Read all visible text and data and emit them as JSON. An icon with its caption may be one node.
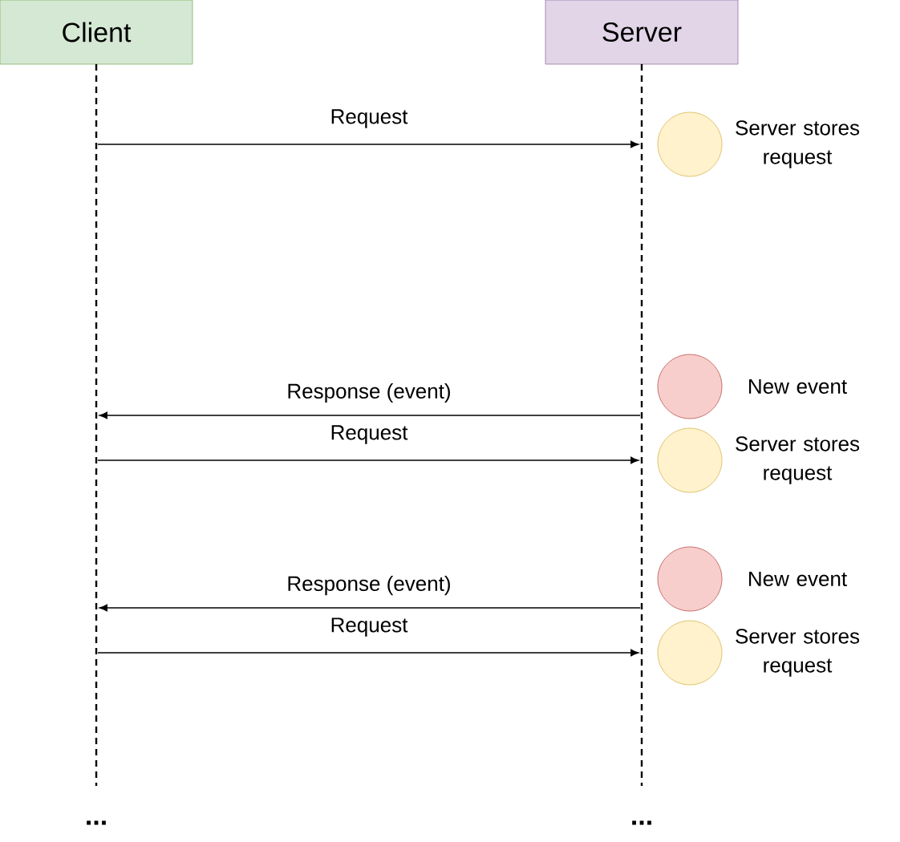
{
  "diagram": {
    "nodes": [
      {
        "text": [
          "Client"
        ]
      },
      {
        "text": [
          "Server"
        ]
      },
      {
        "text": [],
        "shape": "line"
      },
      {
        "text": [],
        "shape": "line"
      },
      {
        "text": [],
        "shape": "circle",
        "beside": [
          "Server stores request"
        ]
      },
      {
        "text": [],
        "shape": "circle",
        "beside": [
          "New event"
        ]
      },
      {
        "text": [],
        "shape": "circle",
        "beside": [
          "Server stores request"
        ]
      },
      {
        "text": [],
        "shape": "circle",
        "beside": [
          "New event"
        ]
      },
      {
        "text": [],
        "shape": "circle",
        "beside": [
          "Server stores request"
        ]
      }
    ],
    "edges": [
      {
        "from": 2,
        "to": 3,
        "arrow": "to",
        "label": "Request"
      },
      {
        "from": 3,
        "to": 2,
        "arrow": "to",
        "label": "Response (event)"
      },
      {
        "from": 2,
        "to": 3,
        "arrow": "to",
        "label": "Request"
      },
      {
        "from": 3,
        "to": 2,
        "arrow": "to",
        "label": "Response (event)"
      },
      {
        "from": 2,
        "to": 3,
        "arrow": "to",
        "label": "Request"
      }
    ],
    "labels": [
      "...",
      "..."
    ]
  }
}
